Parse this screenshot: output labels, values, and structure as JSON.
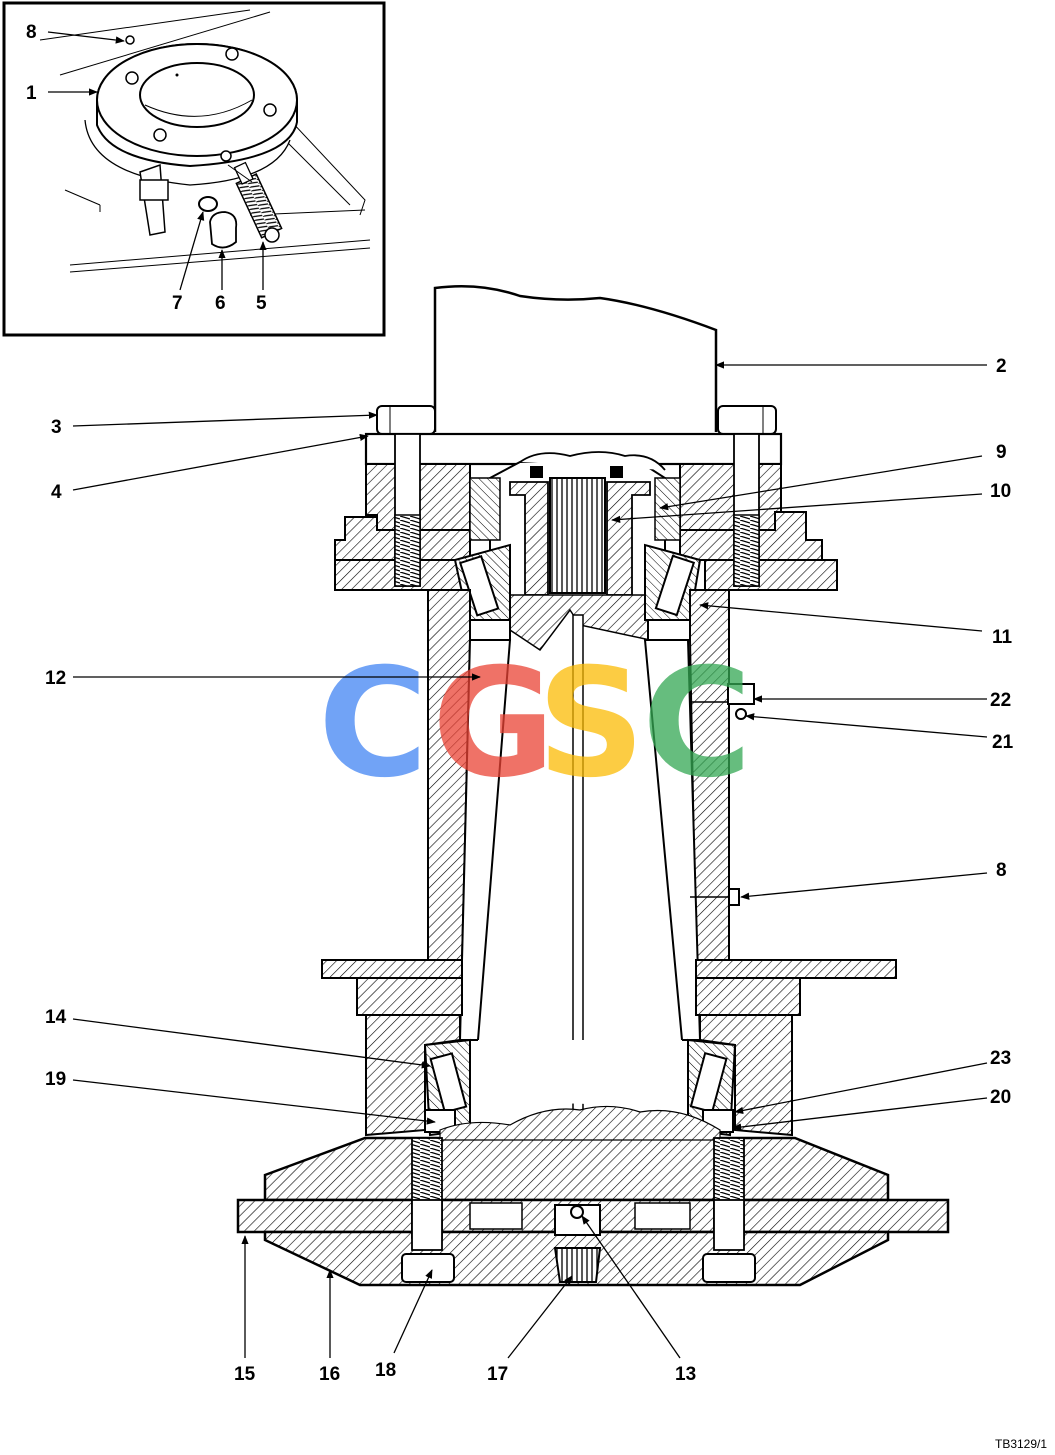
{
  "inset_callouts": [
    "8",
    "1",
    "7",
    "6",
    "5"
  ],
  "callouts": [
    "2",
    "3",
    "4",
    "9",
    "10",
    "11",
    "12",
    "22",
    "21",
    "8",
    "14",
    "19",
    "23",
    "20",
    "15",
    "16",
    "18",
    "17",
    "13"
  ],
  "figure_ref": "TB3129/1",
  "watermark": {
    "letters": [
      "C",
      "G",
      "S",
      "C"
    ],
    "colors": [
      "#4285F4",
      "#EA4335",
      "#FBBC05",
      "#34A853"
    ]
  }
}
